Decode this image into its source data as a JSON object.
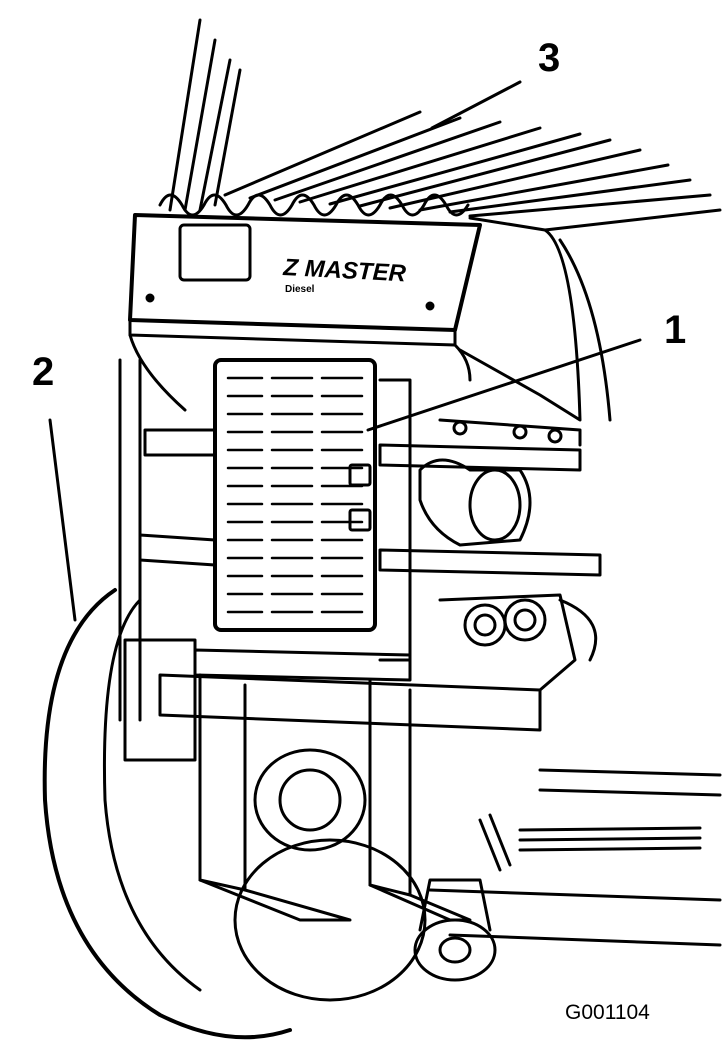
{
  "callouts": {
    "one": "1",
    "two": "2",
    "three": "3"
  },
  "figure_id": "G001104",
  "hood_brand": "Z MASTER",
  "hood_sub": "Diesel",
  "colors": {
    "ink": "#000000",
    "paper": "#ffffff"
  }
}
